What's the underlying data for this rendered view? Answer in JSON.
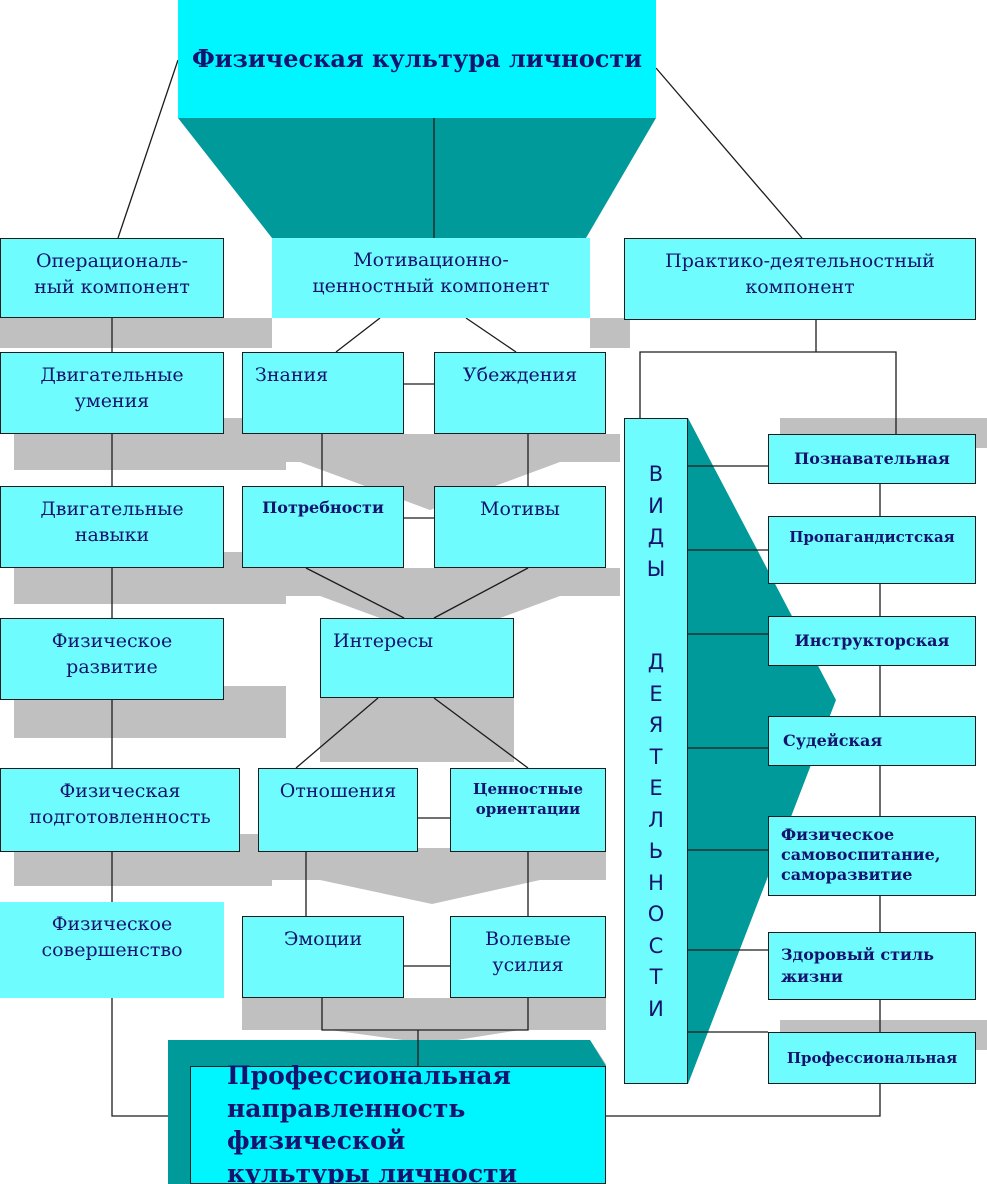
{
  "colors": {
    "box": "#6ffcff",
    "title_box": "#00f6ff",
    "teal": "#009a9a",
    "shadow": "#c0c0c0",
    "text": "#14146e",
    "line": "#1c1c1c"
  },
  "title": "Физическая культура личности",
  "components": {
    "operational": "Операциональ-\nный компонент",
    "motivational": "Мотивационно-\nценностный компонент",
    "practical": "Практико-деятельностный\nкомпонент"
  },
  "left_column": {
    "motor_skills": "Двигательные\nумения",
    "motor_habits": "Двигательные\nнавыки",
    "phys_development": "Физическое\nразвитие",
    "phys_preparedness": "Физическая\nподготовленность",
    "phys_perfection": "Физическое\nсовершенство"
  },
  "middle_column": {
    "knowledge": "Знания",
    "beliefs": "Убеждения",
    "needs": "Потребности",
    "motives": "Мотивы",
    "interests": "Интересы",
    "relations": "Отношения",
    "value_orientations": "Ценностные\nориентации",
    "emotions": "Эмоции",
    "volitional_efforts": "Волевые\nусилия"
  },
  "activity_types_label": {
    "word1": "ВИДЫ",
    "word2": "ДЕЯТЕЛЬНОСТИ"
  },
  "right_column": {
    "cognitive": "Познавательная",
    "propaganda": "Пропагандистская",
    "instructor": "Инструкторская",
    "judging": "Судейская",
    "self_education": "Физическое\nсамовоспитание,\nсаморазвитие",
    "healthy_lifestyle": "Здоровый стиль\nжизни",
    "professional": "Профессиональная"
  },
  "bottom": "Профессиональная\nнаправленность физической\nкультуры личности"
}
